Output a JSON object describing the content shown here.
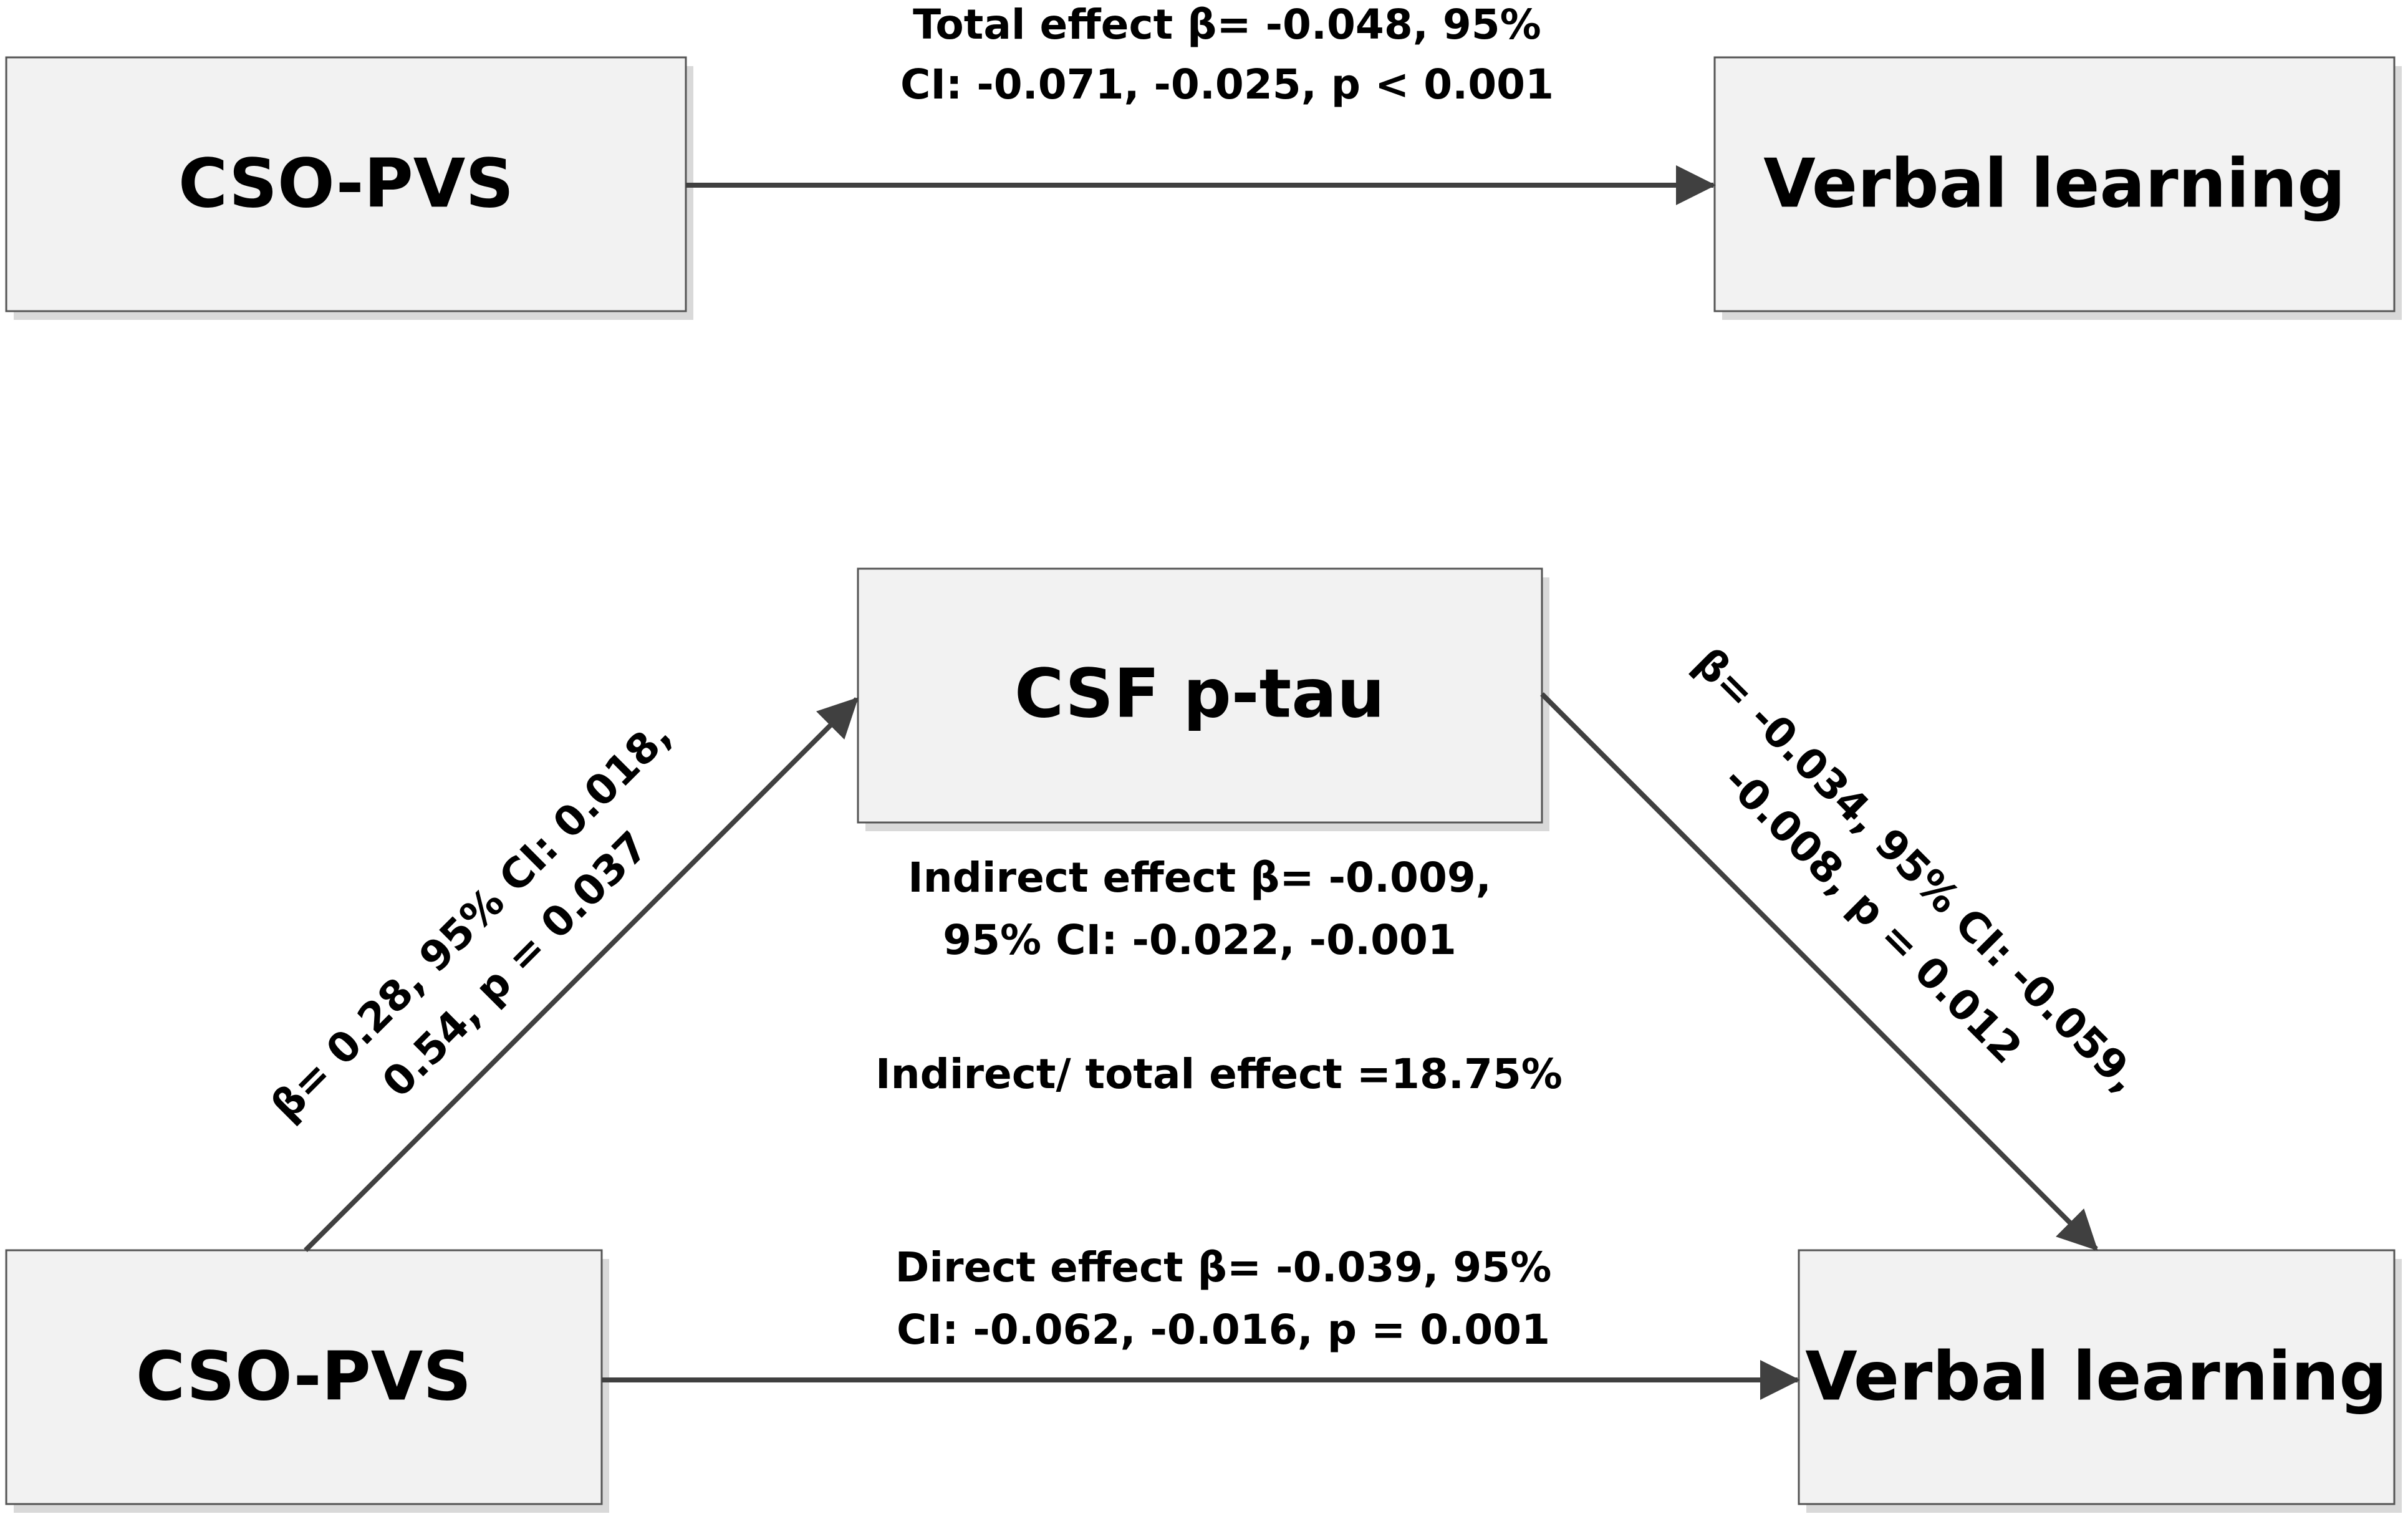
{
  "colors": {
    "box_fill": "#f2f2f2",
    "box_border": "#555555",
    "arrow": "#404040",
    "text": "#000000"
  },
  "top_model": {
    "source": "CSO-PVS",
    "target": "Verbal learning",
    "total_effect": {
      "line1": "Total effect β= -0.048, 95%",
      "line2": "CI: -0.071, -0.025, p < 0.001"
    }
  },
  "mediation_model": {
    "source": "CSO-PVS",
    "mediator": "CSF p-tau",
    "target": "Verbal learning",
    "path_a": {
      "line1": "β= 0.28, 95% CI: 0.018,",
      "line2": "0.54, p = 0.037"
    },
    "path_b": {
      "line1": "β= -0.034, 95% CI: -0.059,",
      "line2": "-0.008, p = 0.012"
    },
    "indirect_effect": {
      "line1": "Indirect effect β= -0.009,",
      "line2": "95% CI: -0.022, -0.001"
    },
    "proportion": "Indirect/ total effect =18.75%",
    "direct_effect": {
      "line1": "Direct effect β= -0.039, 95%",
      "line2": "CI: -0.062, -0.016, p = 0.001"
    }
  }
}
